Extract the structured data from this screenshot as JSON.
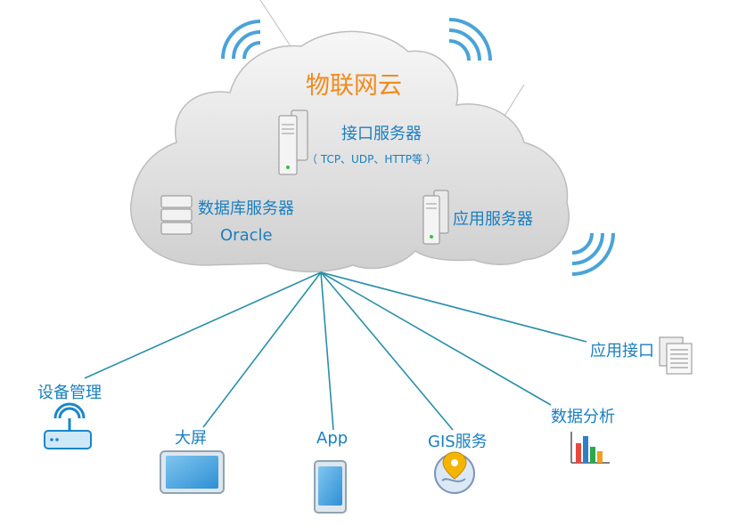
{
  "cloud": {
    "title": "物联网云",
    "interface_server": "接口服务器",
    "interface_protocols": "（ TCP、UDP、HTTP等 ）",
    "db_server": "数据库服务器",
    "db_name": "Oracle",
    "app_server": "应用服务器"
  },
  "endpoints": {
    "device_mgmt": "设备管理",
    "big_screen": "大屏",
    "app": "App",
    "gis": "GIS服务",
    "data_analysis": "数据分析",
    "app_interface": "应用接口"
  },
  "colors": {
    "label": "#1a7fc0",
    "title": "#f08a1c",
    "line": "#2a8fa8",
    "cloud_fill": "#dcdcdc",
    "cloud_stroke": "#bdbdbd",
    "signal": "#4aa3d8"
  },
  "icons": [
    "server-icon",
    "database-icon",
    "router-icon",
    "tablet-icon",
    "phone-icon",
    "map-pin-icon",
    "bar-chart-icon",
    "document-icon",
    "wifi-signal-icon"
  ]
}
